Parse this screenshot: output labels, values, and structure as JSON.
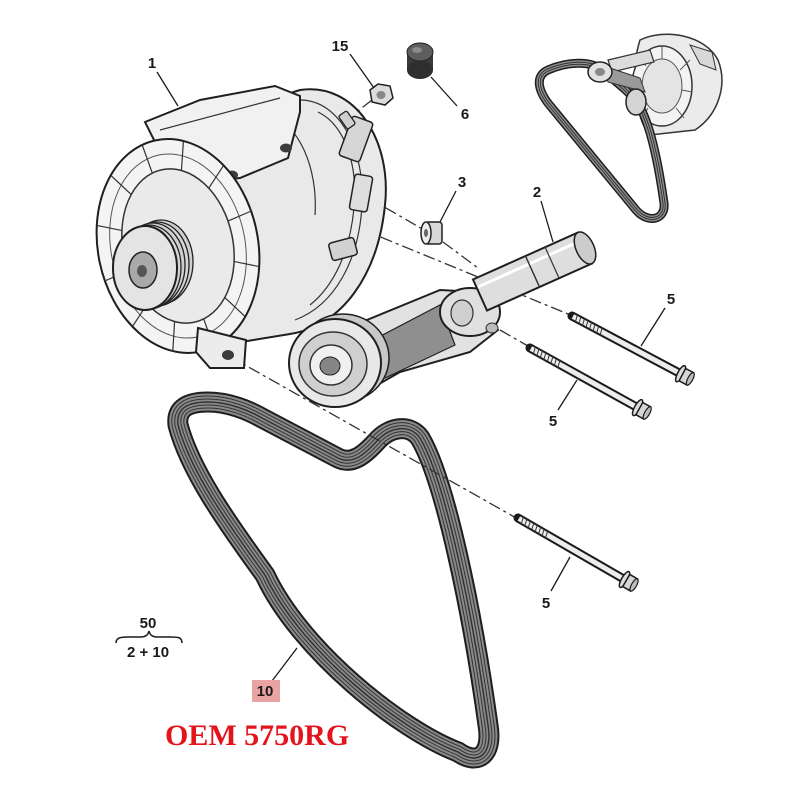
{
  "callouts": {
    "alternator": "1",
    "alternator_nut": "15",
    "nut_cap": "6",
    "spacer": "3",
    "tensioner": "2",
    "bolt_upper": "5",
    "bolt_middle": "5",
    "bolt_lower": "5",
    "belt": "10"
  },
  "kit_note": {
    "top": "50",
    "bottom": "2 + 10"
  },
  "oem_label": "OEM 5750RG",
  "colors": {
    "oem_label": "#e3141b",
    "callout_highlight": "#e9a3a3"
  }
}
